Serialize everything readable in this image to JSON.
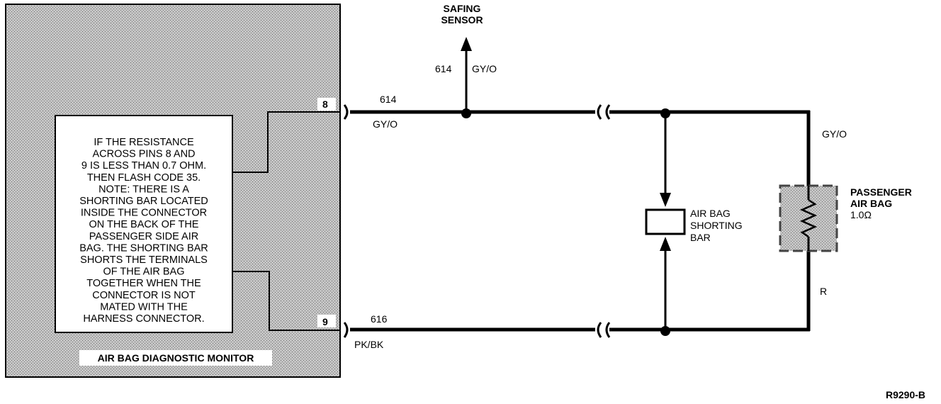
{
  "monitor": {
    "title": "AIR BAG DIAGNOSTIC MONITOR",
    "pin_top": "8",
    "pin_bottom": "9",
    "note_lines": [
      "IF THE RESISTANCE",
      "ACROSS PINS 8 AND",
      "9 IS LESS THAN 0.7 OHM.",
      "THEN FLASH CODE 35.",
      "NOTE: THERE IS A",
      "SHORTING BAR LOCATED",
      "INSIDE THE CONNECTOR",
      "ON THE BACK OF THE",
      "PASSENGER SIDE AIR",
      "BAG. THE SHORTING BAR",
      "SHORTS THE TERMINALS",
      "OF THE AIR BAG",
      "TOGETHER WHEN THE",
      "CONNECTOR IS NOT",
      "MATED WITH THE",
      "HARNESS CONNECTOR."
    ]
  },
  "safing_sensor": {
    "label_line1": "SAFING",
    "label_line2": "SENSOR",
    "circuit": "614",
    "wire_color": "GY/O"
  },
  "top_wire": {
    "circuit": "614",
    "color": "GY/O"
  },
  "bottom_wire": {
    "circuit": "616",
    "color": "PK/BK"
  },
  "right_top_wire": {
    "color": "GY/O"
  },
  "right_bottom_wire": {
    "color": "R"
  },
  "passenger_air_bag": {
    "label_line1": "PASSENGER",
    "label_line2": "AIR BAG",
    "resistance": "1.0Ω"
  },
  "shorting_bar": {
    "label_line1": "AIR BAG",
    "label_line2": "SHORTING",
    "label_line3": "BAR"
  },
  "figure_id": "R9290-B"
}
